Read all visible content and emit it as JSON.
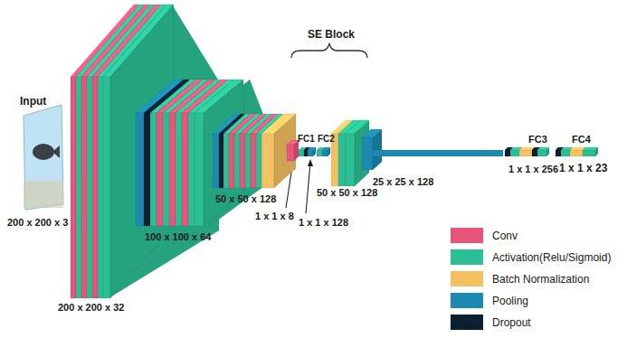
{
  "diagram": {
    "labels": [
      "Input",
      "200 x 200 x 3",
      "200 x 200 x 32",
      "100 x 100 x 64",
      "50 x 50 x 128",
      "SE Block",
      "FC1",
      "FC2",
      "1 x 1 x 8",
      "1 x 1 x 128",
      "50 x 50 x 128",
      "25 x 25 x 128",
      "FC3",
      "1 x 1 x 256",
      "FC4",
      "1 x 1 x 23"
    ],
    "legend": [
      {
        "text": "Conv",
        "color": "#e8547a"
      },
      {
        "text": "Activation(Relu/Sigmoid)",
        "color": "#2cbf94"
      },
      {
        "text": "Batch Normalization",
        "color": "#f2c162"
      },
      {
        "text": "Pooling",
        "color": "#1b89b0"
      },
      {
        "text": "Dropout",
        "color": "#0b1f2e"
      }
    ]
  }
}
